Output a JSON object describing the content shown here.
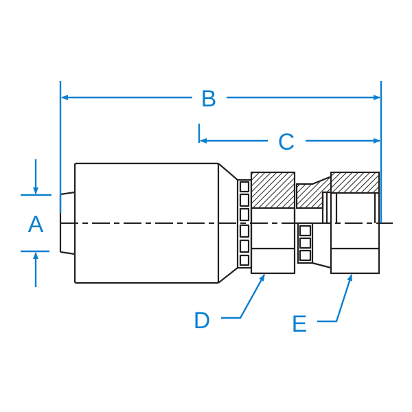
{
  "diagram": {
    "labels": {
      "a": "A",
      "b": "B",
      "c": "C",
      "d": "D",
      "e": "E"
    },
    "colors": {
      "dimension": "#0a7fd0",
      "outline": "#231f20"
    }
  }
}
